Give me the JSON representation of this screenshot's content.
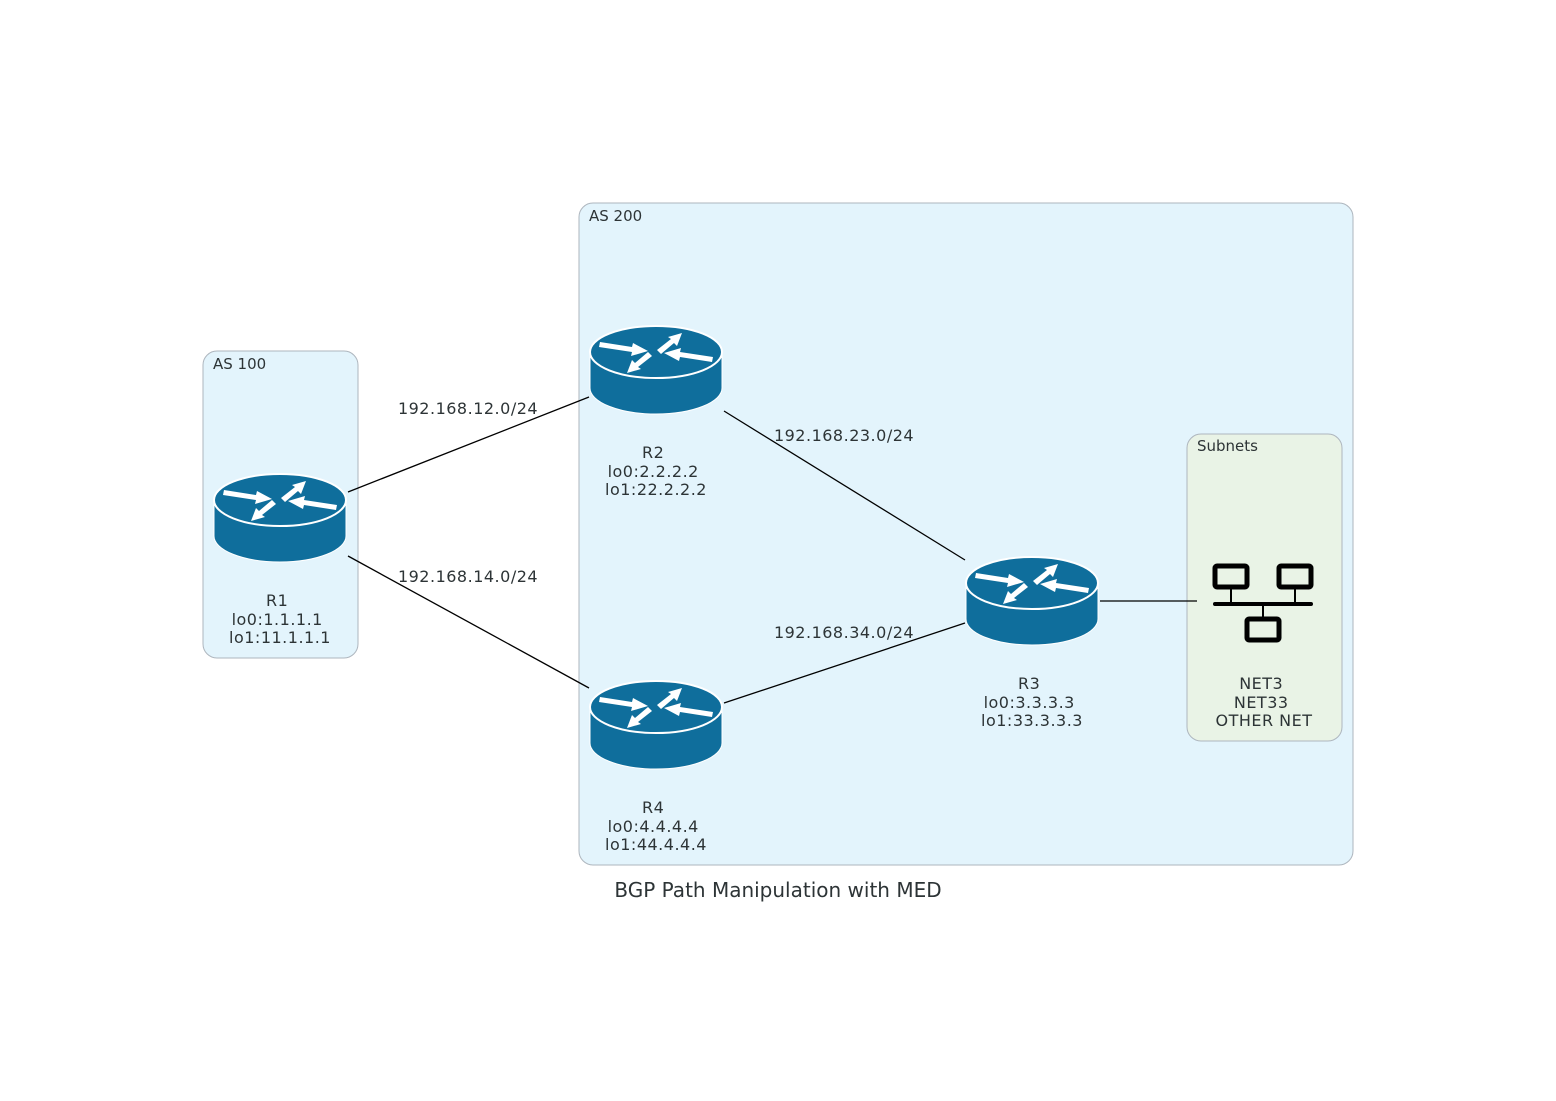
{
  "title": "BGP Path Manipulation with MED",
  "colors": {
    "as_fill": "#e3f4fc",
    "as_stroke": "#aeb6be",
    "subnet_fill": "#e9f3e6",
    "router_fill": "#0f6e9c",
    "edge": "#000000",
    "text": "#2d3436"
  },
  "clusters": [
    {
      "id": "as100",
      "label": "AS 100"
    },
    {
      "id": "as200",
      "label": "AS 200"
    },
    {
      "id": "subnets",
      "label": "Subnets"
    }
  ],
  "nodes": [
    {
      "id": "R1",
      "icon": "router-icon",
      "lines": [
        "R1",
        "lo0:1.1.1.1",
        "lo1:11.1.1.1"
      ]
    },
    {
      "id": "R2",
      "icon": "router-icon",
      "lines": [
        "R2",
        "lo0:2.2.2.2",
        "lo1:22.2.2.2"
      ]
    },
    {
      "id": "R3",
      "icon": "router-icon",
      "lines": [
        "R3",
        "lo0:3.3.3.3",
        "lo1:33.3.3.3"
      ]
    },
    {
      "id": "R4",
      "icon": "router-icon",
      "lines": [
        "R4",
        "lo0:4.4.4.4",
        "lo1:44.4.4.4"
      ]
    },
    {
      "id": "NET",
      "icon": "network-icon",
      "lines": [
        "NET3",
        "NET33",
        "OTHER NET"
      ]
    }
  ],
  "edges": [
    {
      "from": "R1",
      "to": "R2",
      "label": "192.168.12.0/24"
    },
    {
      "from": "R1",
      "to": "R4",
      "label": "192.168.14.0/24"
    },
    {
      "from": "R2",
      "to": "R3",
      "label": "192.168.23.0/24"
    },
    {
      "from": "R4",
      "to": "R3",
      "label": "192.168.34.0/24"
    },
    {
      "from": "R3",
      "to": "NET",
      "label": ""
    }
  ]
}
